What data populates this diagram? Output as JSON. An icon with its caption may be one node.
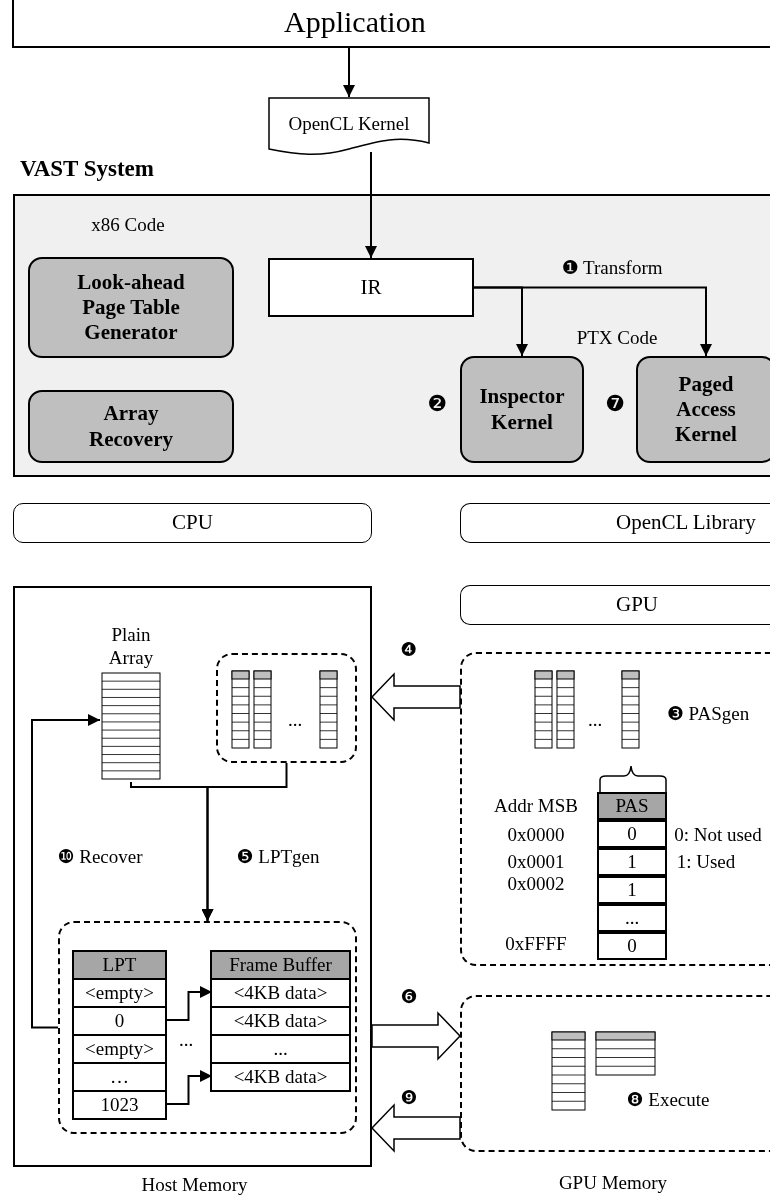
{
  "diagram": {
    "nodes": [
      {
        "text": [
          "Application"
        ]
      },
      {
        "text": [
          "OpenCL Kernel"
        ]
      },
      {
        "text": [
          "VAST System"
        ]
      },
      {
        "text": [
          "Look-ahead Page Table Generator"
        ],
        "in": 2
      },
      {
        "text": [
          "IR"
        ],
        "in": 2
      },
      {
        "text": [
          "Array Recovery"
        ],
        "in": 2
      },
      {
        "text": [
          "Inspector Kernel"
        ],
        "in": 2,
        "beside": [
          "❷"
        ]
      },
      {
        "text": [
          "Paged Access Kernel"
        ],
        "in": 2,
        "beside": [
          "❼"
        ]
      },
      {
        "text": [
          "CPU"
        ]
      },
      {
        "text": [
          "OpenCL Library"
        ]
      },
      {
        "text": [
          "Host Memory"
        ]
      },
      {
        "text": [
          "GPU"
        ]
      },
      {
        "text": [
          "Plain Array"
        ],
        "in": 10
      },
      {
        "text": [],
        "shape": "box",
        "in": 10
      },
      {
        "text": [],
        "shape": "box"
      },
      {
        "text": [],
        "shape": "box",
        "in": 10
      },
      {
        "text": [
          "LPT"
        ],
        "in": 15
      },
      {
        "text": [
          "<empty>"
        ],
        "in": 16
      },
      {
        "text": [
          "0"
        ],
        "in": 16
      },
      {
        "text": [
          "<empty>"
        ],
        "in": 16
      },
      {
        "text": [
          "…"
        ],
        "in": 16
      },
      {
        "text": [
          "1023"
        ],
        "in": 16
      },
      {
        "text": [
          "Frame Buffer"
        ],
        "in": 15
      },
      {
        "text": [
          "<4KB data>"
        ],
        "in": 22
      },
      {
        "text": [
          "<4KB data>"
        ],
        "in": 22
      },
      {
        "text": [
          "..."
        ],
        "in": 22
      },
      {
        "text": [
          "<4KB data>"
        ],
        "in": 22
      },
      {
        "text": [],
        "shape": "box"
      }
    ],
    "edges": [
      {
        "from": 0,
        "to": 1,
        "arrow": "to"
      },
      {
        "from": 1,
        "to": 4,
        "arrow": "to"
      },
      {
        "from": 4,
        "to": 6,
        "arrow": "to"
      },
      {
        "from": 4,
        "to": 7,
        "arrow": "to",
        "label": "❶ Transform"
      },
      {
        "from": 14,
        "to": 10,
        "arrow": "to",
        "label": "❹",
        "style": "thick"
      },
      {
        "from": 12,
        "to": 15,
        "arrow": "to",
        "label": "❺ LPTgen"
      },
      {
        "from": 13,
        "to": 15,
        "arrow": "to"
      },
      {
        "from": 18,
        "to": 23,
        "arrow": "to"
      },
      {
        "from": 21,
        "to": 26,
        "arrow": "to"
      },
      {
        "from": 10,
        "to": 27,
        "arrow": "to",
        "label": "❻",
        "style": "thick"
      },
      {
        "from": 27,
        "to": 10,
        "arrow": "to",
        "label": "❾",
        "style": "thick"
      },
      {
        "from": 15,
        "to": 12,
        "arrow": "to",
        "label": "❿ Recover"
      }
    ],
    "labels": [
      "x86 Code",
      "PTX Code",
      "...",
      "...",
      "❸ PASgen",
      "Addr MSB",
      "PAS",
      "0x0000",
      "0",
      "0: Not used",
      "0x0001",
      "1",
      "1: Used",
      "0x0002",
      "1",
      "...",
      "0xFFFF",
      "0",
      "...",
      "❽ Execute",
      "GPU Memory"
    ]
  }
}
